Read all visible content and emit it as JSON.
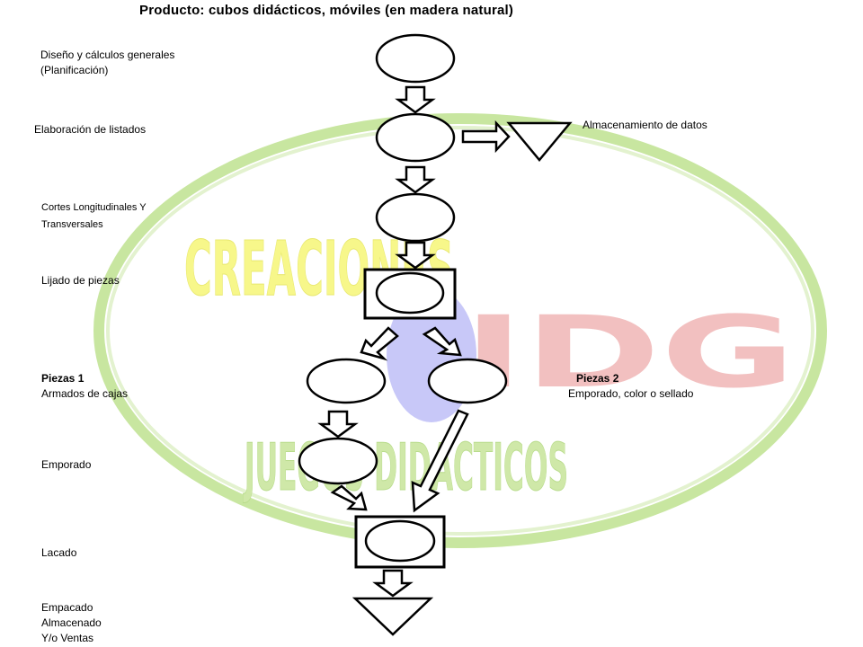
{
  "title": "Producto:  cubos didácticos,  móviles  (en madera  natural)",
  "watermark": {
    "line1": "CREACIONES",
    "line2": "IDG",
    "line3": "JUEGOS DIDACTICOS",
    "colors": {
      "ring": "#c8e6a0",
      "ring_dark": "#9fd37a",
      "creaciones": "#f7f78a",
      "idg": "#f2c0c0",
      "juegos": "#cfe8a8",
      "blob": "#c8c8f8"
    }
  },
  "labels": {
    "design": [
      "Diseño y cálculos generales",
      "(Planificación)"
    ],
    "listados": "Elaboración de listados",
    "cortes": [
      "Cortes Longitudinales Y",
      "Transversales"
    ],
    "lijado": "Lijado de piezas",
    "piezas1_title": "Piezas 1",
    "piezas1_sub": "Armados de cajas",
    "piezas2_title": "Piezas 2",
    "piezas2_sub": "Emporado, color o sellado",
    "emporado": "Emporado",
    "lacado": "Lacado",
    "final": [
      "Empacado",
      "Almacenado",
      "Y/o Ventas"
    ],
    "almacenamiento": "Almacenamiento  de datos"
  },
  "symbols": {
    "operation": "ellipse",
    "combined": "square-with-ellipse",
    "storage": "inverted-triangle",
    "transport": "block-arrow"
  }
}
